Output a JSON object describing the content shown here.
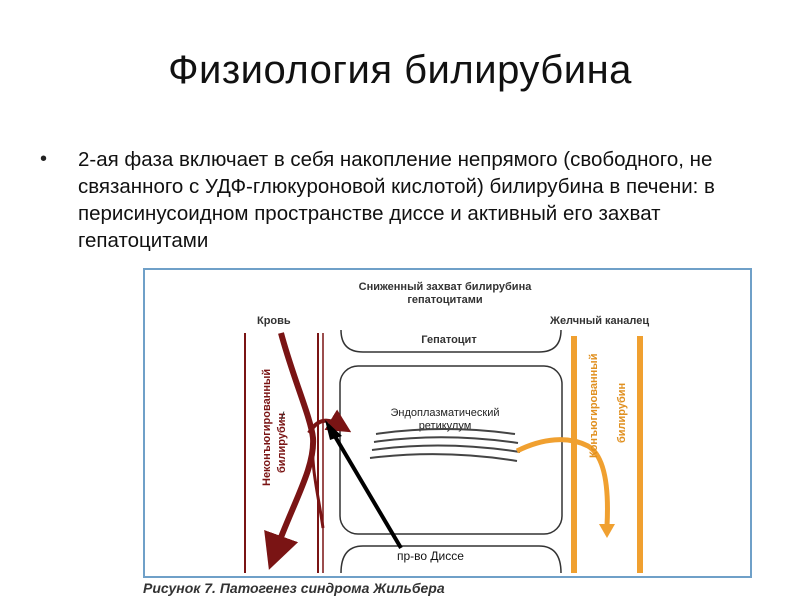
{
  "slide": {
    "title": "Физиология билирубина",
    "bullets": [
      "2-ая фаза включает в себя накопление непрямого (свободного, не связанного с УДФ-глюкуроновой кислотой) билирубина в печени: в перисинусоидном пространстве диссе и активный его захват гепатоцитами"
    ]
  },
  "figure": {
    "title_line1": "Сниженный захват билирубина",
    "title_line2": "гепатоцитами",
    "blood_label": "Кровь",
    "bile_label": "Желчный каналец",
    "hepatocyte_label": "Гепатоцит",
    "er_label_line1": "Эндоплазматический",
    "er_label_line2": "ретикулум",
    "unconjugated_label_line1": "Неконъюгированный",
    "unconjugated_label_line2": "билирубин",
    "conjugated_label_line1": "Конъюгированный",
    "conjugated_label_line2": "билирубин",
    "disse_label": "пр-во Диссе",
    "slash_mark": "/",
    "caption": "Рисунок 7. Патогенез синдрома Жильбера",
    "colors": {
      "blood": "#7a1414",
      "bile": "#f0a030",
      "pointer": "#000000",
      "frame": "#6fa0c8"
    }
  }
}
